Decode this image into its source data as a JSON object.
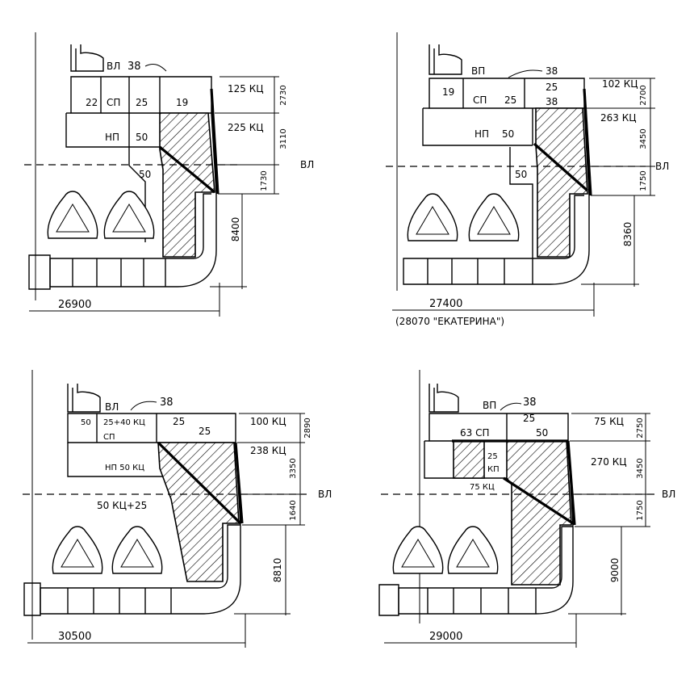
{
  "panels": [
    {
      "id": "p1",
      "labels": {
        "vl_top": "ВЛ",
        "t38": "38",
        "t22": "22",
        "sp": "СП",
        "t25": "25",
        "t19": "19",
        "np": "НП",
        "t50": "50",
        "t50b": "50",
        "belt_top": "125 КЦ",
        "belt_bot": "225 КЦ",
        "d1": "2730",
        "d2": "3110",
        "d3": "1730",
        "depth": "8400",
        "wl": "ВЛ",
        "width": "26900"
      }
    },
    {
      "id": "p2",
      "labels": {
        "vl_top": "ВП",
        "t38a": "38",
        "t19": "19",
        "sp": "СП",
        "t25a": "25",
        "t25b": "25",
        "t38b": "38",
        "np": "НП",
        "t50": "50",
        "t50b": "50",
        "belt_top": "102 КЦ",
        "belt_bot": "263 КЦ",
        "d1": "2700",
        "d2": "3450",
        "d3": "1750",
        "depth": "8360",
        "wl": "ВЛ",
        "width": "27400",
        "note": "(28070 \"ЕКАТЕРИНА\")"
      }
    },
    {
      "id": "p3",
      "labels": {
        "vl_top": "ВЛ",
        "t38": "38",
        "t50": "50",
        "t25kc": "25+40 КЦ",
        "sp": "СП",
        "t25a": "25",
        "t25b": "25",
        "np": "НП 50 КЦ",
        "belt_top": "100 КЦ",
        "belt_bot": "238 КЦ",
        "slope": "50 КЦ+25",
        "d1": "2890",
        "d2": "3350",
        "d3": "1640",
        "depth": "8810",
        "wl": "ВЛ",
        "width": "30500"
      }
    },
    {
      "id": "p4",
      "labels": {
        "vl_top": "ВП",
        "t38": "38",
        "t25": "25",
        "sp": "63 СП",
        "t50": "50",
        "t25b": "25",
        "kp": "КП",
        "t75": "75 КЦ",
        "belt_top": "75 КЦ",
        "belt_bot": "270 КЦ",
        "d1": "2750",
        "d2": "3450",
        "d3": "1750",
        "depth": "9000",
        "wl": "ВЛ",
        "width": "29000"
      }
    }
  ]
}
